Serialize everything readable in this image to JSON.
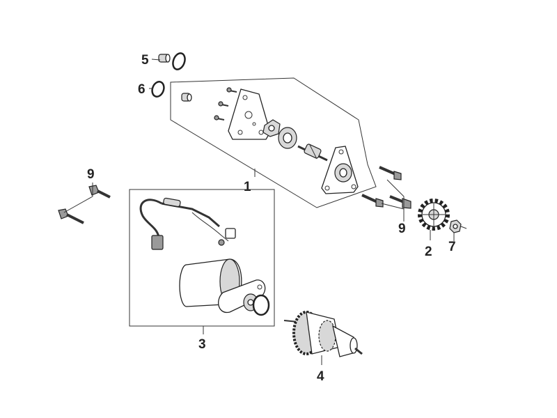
{
  "callouts": {
    "c1": "1",
    "c2": "2",
    "c3": "3",
    "c4": "4",
    "c5": "5",
    "c6": "6",
    "c7": "7",
    "c9a": "9",
    "c9b": "9"
  },
  "colors": {
    "line": "#222222",
    "part_fill": "#ffffff",
    "shade": "#d8d8d8"
  }
}
